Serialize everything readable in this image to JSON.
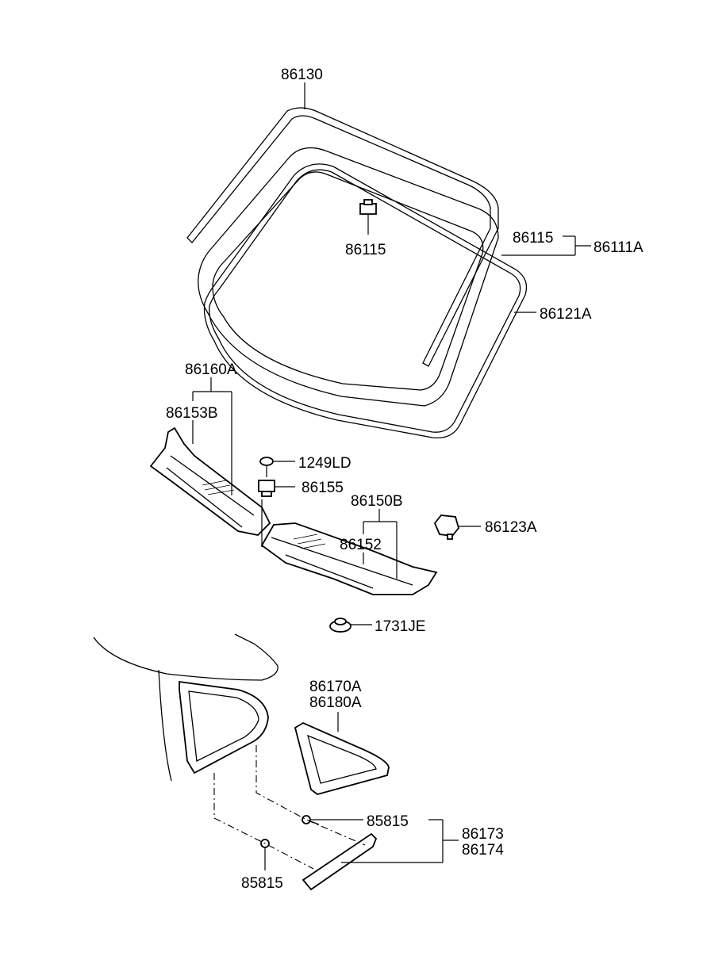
{
  "labels": {
    "molding_top": "86130",
    "clip_center": "86115",
    "clip_right": "86115",
    "windshield_assy": "86111A",
    "dam": "86121A",
    "cowl_assy": "86160A",
    "cowl_left": "86153B",
    "screw": "1249LD",
    "nut": "86155",
    "cowl_right_assy": "86150B",
    "cowl_right": "86152",
    "stopper": "86123A",
    "grommet": "1731JE",
    "quarter_glass_1": "86170A",
    "quarter_glass_2": "86180A",
    "clip_upper": "85815",
    "clip_lower": "85815",
    "garnish_1": "86173",
    "garnish_2": "86174"
  }
}
